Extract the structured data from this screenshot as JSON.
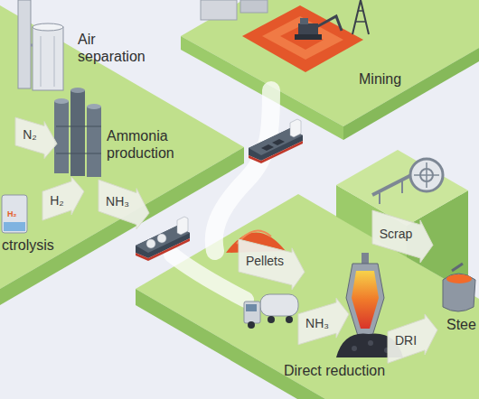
{
  "diagram": {
    "nodes": [
      {
        "text": [
          "N₂"
        ]
      },
      {
        "text": [
          "H₂"
        ]
      },
      {
        "text": [
          "NH₃"
        ]
      },
      {
        "text": [
          "Scrap"
        ]
      },
      {
        "text": [
          "Pellets"
        ]
      },
      {
        "text": [
          "NH₃"
        ]
      },
      {
        "text": [
          "DRI"
        ]
      }
    ],
    "labels": [
      "Air separation",
      "Mining",
      "Ammonia production",
      "H₂",
      "ctrolysis",
      "Direct reduction",
      "Stee"
    ]
  }
}
